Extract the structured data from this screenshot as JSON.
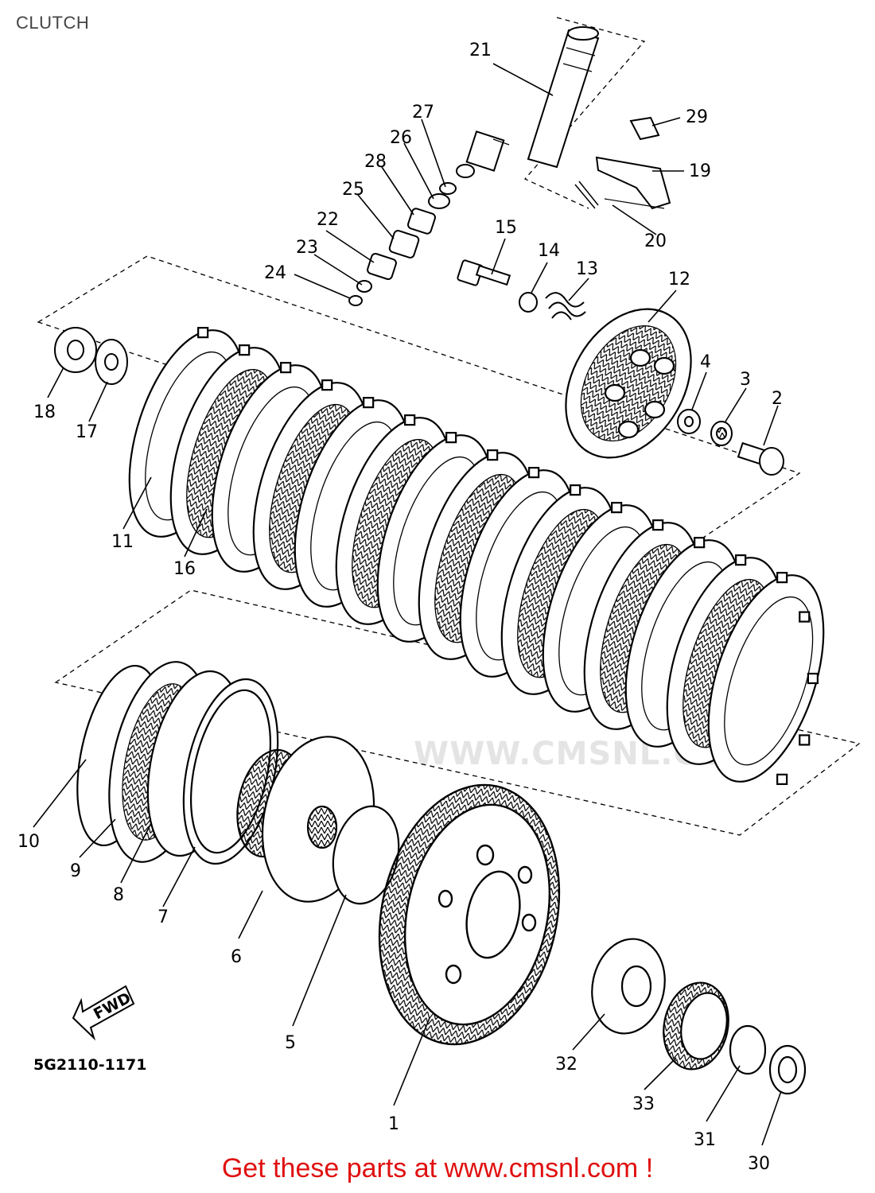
{
  "title": "CLUTCH",
  "drawing_code": "5G2110-1171",
  "fwd_label": "FWD",
  "promo_text": "Get these parts at www.cmsnl.com !",
  "watermark": "WWW.CMSNL.COM",
  "callouts": {
    "n1": "1",
    "n2": "2",
    "n3": "3",
    "n4": "4",
    "n5": "5",
    "n6": "6",
    "n7": "7",
    "n8": "8",
    "n9": "9",
    "n10": "10",
    "n11": "11",
    "n12": "12",
    "n13": "13",
    "n14": "14",
    "n15": "15",
    "n16": "16",
    "n17": "17",
    "n18": "18",
    "n19": "19",
    "n20": "20",
    "n21": "21",
    "n22": "22",
    "n23": "23",
    "n24": "24",
    "n25": "25",
    "n26": "26",
    "n27": "27",
    "n28": "28",
    "n29": "29",
    "n30": "30",
    "n31": "31",
    "n32": "32",
    "n33": "33"
  },
  "colors": {
    "line": "#000000",
    "promo": "#e01010",
    "watermark": "#cfcfcf"
  }
}
